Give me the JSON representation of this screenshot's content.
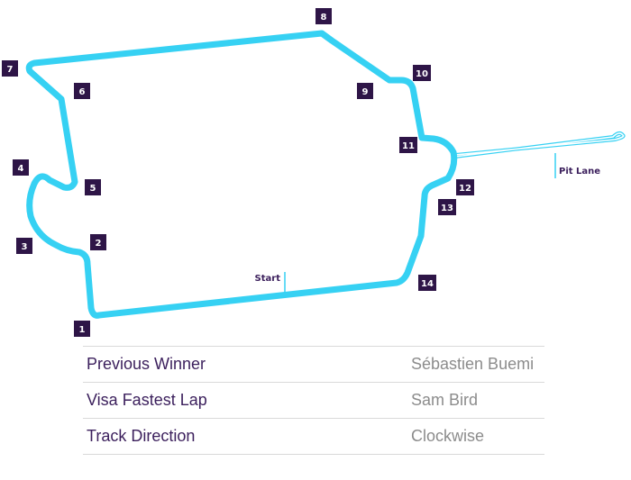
{
  "track": {
    "colors": {
      "track": "#36d1f3",
      "pit_lane": "#36d1f3",
      "turn_box": "#2e1547",
      "text": "#3b1f5c"
    },
    "turns": [
      {
        "number": "1"
      },
      {
        "number": "2"
      },
      {
        "number": "3"
      },
      {
        "number": "4"
      },
      {
        "number": "5"
      },
      {
        "number": "6"
      },
      {
        "number": "7"
      },
      {
        "number": "8"
      },
      {
        "number": "9"
      },
      {
        "number": "10"
      },
      {
        "number": "11"
      },
      {
        "number": "12"
      },
      {
        "number": "13"
      },
      {
        "number": "14"
      }
    ],
    "start_label": "Start",
    "pit_lane_label": "Pit Lane"
  },
  "info": {
    "rows": [
      {
        "label": "Previous Winner",
        "value": "Sébastien Buemi"
      },
      {
        "label": "Visa Fastest Lap",
        "value": "Sam Bird"
      },
      {
        "label": "Track Direction",
        "value": "Clockwise"
      }
    ]
  }
}
